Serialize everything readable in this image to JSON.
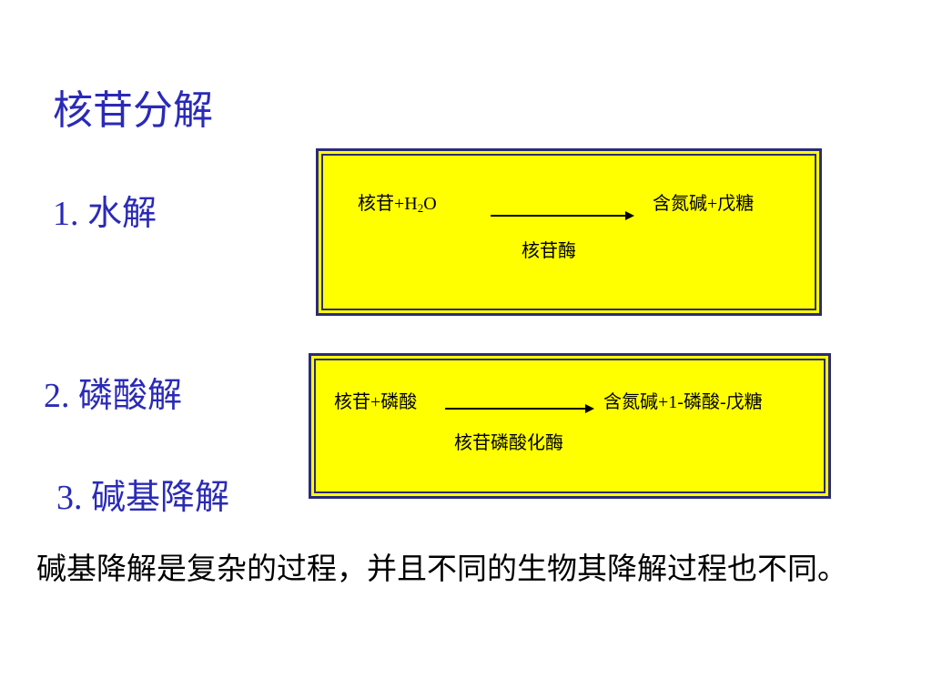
{
  "title": "核苷分解",
  "sections": [
    {
      "label": "1. 水解"
    },
    {
      "label": "2. 磷酸解"
    },
    {
      "label": "3. 碱基降解"
    }
  ],
  "reactions": {
    "hydrolysis": {
      "reactant_prefix": "核苷+H",
      "reactant_sub": "2",
      "reactant_suffix": "O",
      "product": "含氮碱+戊糖",
      "enzyme": "核苷酶"
    },
    "phosphorolysis": {
      "reactant": "核苷+磷酸",
      "product": "含氮碱+1-磷酸-戊糖",
      "enzyme": "核苷磷酸化酶"
    }
  },
  "note": " 碱基降解是复杂的过程，并且不同的生物其降解过程也不同。",
  "colors": {
    "heading": "#2a2ab8",
    "box_fill": "#ffff00",
    "box_border": "#2b2b78"
  }
}
